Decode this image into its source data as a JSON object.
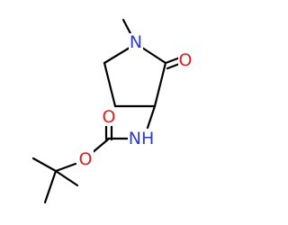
{
  "molecule": {
    "atoms": {
      "n_ring": {
        "label": "N",
        "color": "#2B3BC6"
      },
      "o_ring": {
        "label": "O",
        "color": "#DC1E1E"
      },
      "o_carbonyl": {
        "label": "O",
        "color": "#DC1E1E"
      },
      "o_ester": {
        "label": "O",
        "color": "#DC1E1E"
      },
      "nh": {
        "label": "NH",
        "color": "#2B3BC6"
      }
    },
    "bond_color": "#000000",
    "background": "#ffffff"
  }
}
